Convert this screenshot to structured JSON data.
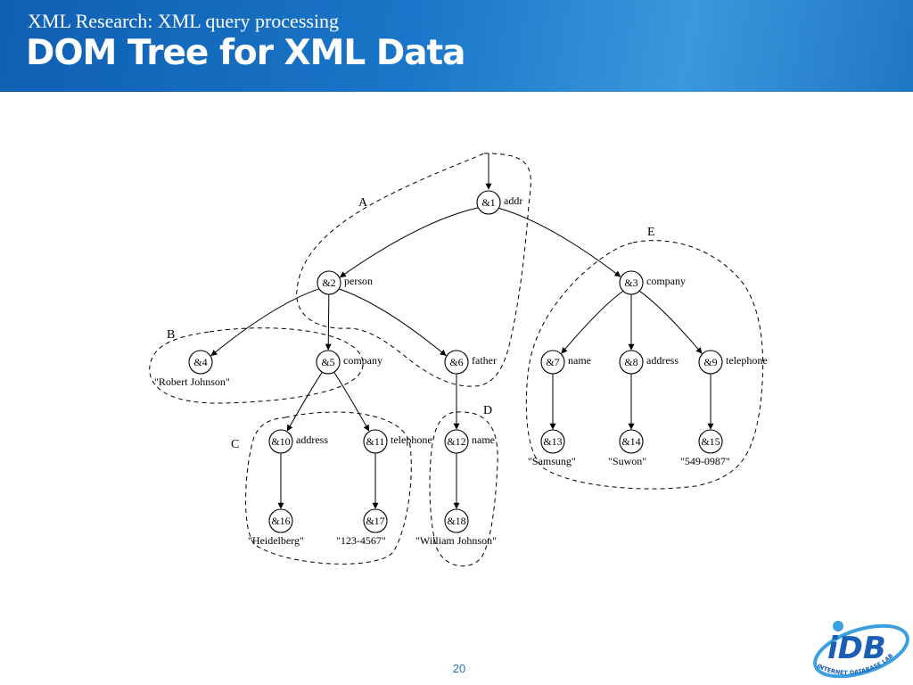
{
  "slide": {
    "subtitle": "XML Research: XML query processing",
    "title": "DOM Tree for XML Data",
    "page_number": "20"
  },
  "diagram": {
    "nodes": [
      {
        "id": "&1",
        "tag": "addr",
        "value": ""
      },
      {
        "id": "&2",
        "tag": "person",
        "value": ""
      },
      {
        "id": "&3",
        "tag": "company",
        "value": ""
      },
      {
        "id": "&4",
        "tag": "",
        "value": "\"Robert Johnson\""
      },
      {
        "id": "&5",
        "tag": "company",
        "value": ""
      },
      {
        "id": "&6",
        "tag": "father",
        "value": ""
      },
      {
        "id": "&7",
        "tag": "name",
        "value": ""
      },
      {
        "id": "&8",
        "tag": "address",
        "value": ""
      },
      {
        "id": "&9",
        "tag": "telephone",
        "value": ""
      },
      {
        "id": "&10",
        "tag": "address",
        "value": ""
      },
      {
        "id": "&11",
        "tag": "telephone",
        "value": ""
      },
      {
        "id": "&12",
        "tag": "name",
        "value": ""
      },
      {
        "id": "&13",
        "tag": "",
        "value": "\"Samsung\""
      },
      {
        "id": "&14",
        "tag": "",
        "value": "\"Suwon\""
      },
      {
        "id": "&15",
        "tag": "",
        "value": "\"549-0987\""
      },
      {
        "id": "&16",
        "tag": "",
        "value": "\"Heidelberg\""
      },
      {
        "id": "&17",
        "tag": "",
        "value": "\"123-4567\""
      },
      {
        "id": "&18",
        "tag": "",
        "value": "\"William Johnson\""
      }
    ],
    "edges": [
      [
        "&1",
        "&2"
      ],
      [
        "&1",
        "&3"
      ],
      [
        "&2",
        "&4"
      ],
      [
        "&2",
        "&5"
      ],
      [
        "&2",
        "&6"
      ],
      [
        "&3",
        "&7"
      ],
      [
        "&3",
        "&8"
      ],
      [
        "&3",
        "&9"
      ],
      [
        "&5",
        "&10"
      ],
      [
        "&5",
        "&11"
      ],
      [
        "&6",
        "&12"
      ],
      [
        "&7",
        "&13"
      ],
      [
        "&8",
        "&14"
      ],
      [
        "&9",
        "&15"
      ],
      [
        "&10",
        "&16"
      ],
      [
        "&11",
        "&17"
      ],
      [
        "&12",
        "&18"
      ]
    ],
    "regions": [
      "A",
      "B",
      "C",
      "D",
      "E"
    ]
  },
  "logo": {
    "mark": "iDB",
    "text": "INTERNET DATABASE LAB",
    "colors": {
      "primary": "#1a5fb4",
      "accent": "#3aa0e0"
    }
  },
  "colors": {
    "header": "#1a76c8",
    "header_text": "#ffffff",
    "page_number": "#2a6fb8"
  }
}
